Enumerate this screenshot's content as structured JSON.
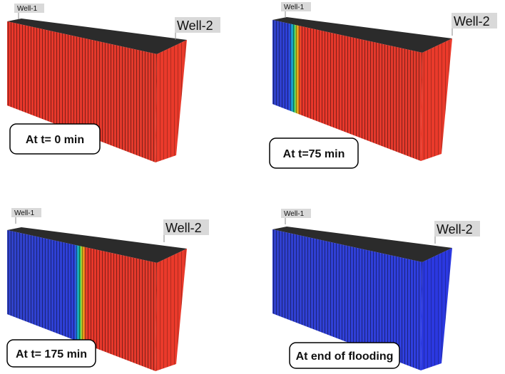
{
  "colors": {
    "oil": "#e8372b",
    "water": "#2d3fd9",
    "top_face": "#2b2b2b",
    "label_bg": "#d9d9d9"
  },
  "panels": [
    {
      "caption": "At t= 0 min",
      "well_left": "Well-1",
      "well_right": "Well-2",
      "water_fraction": 0.0
    },
    {
      "caption": "At t=75 min",
      "well_left": "Well-1",
      "well_right": "Well-2",
      "water_fraction": 0.16
    },
    {
      "caption": "At t= 175 min",
      "well_left": "Well-1",
      "well_right": "Well-2",
      "water_fraction": 0.5
    },
    {
      "caption": "At end of flooding",
      "well_left": "Well-1",
      "well_right": "Well-2",
      "water_fraction": 1.0
    }
  ]
}
